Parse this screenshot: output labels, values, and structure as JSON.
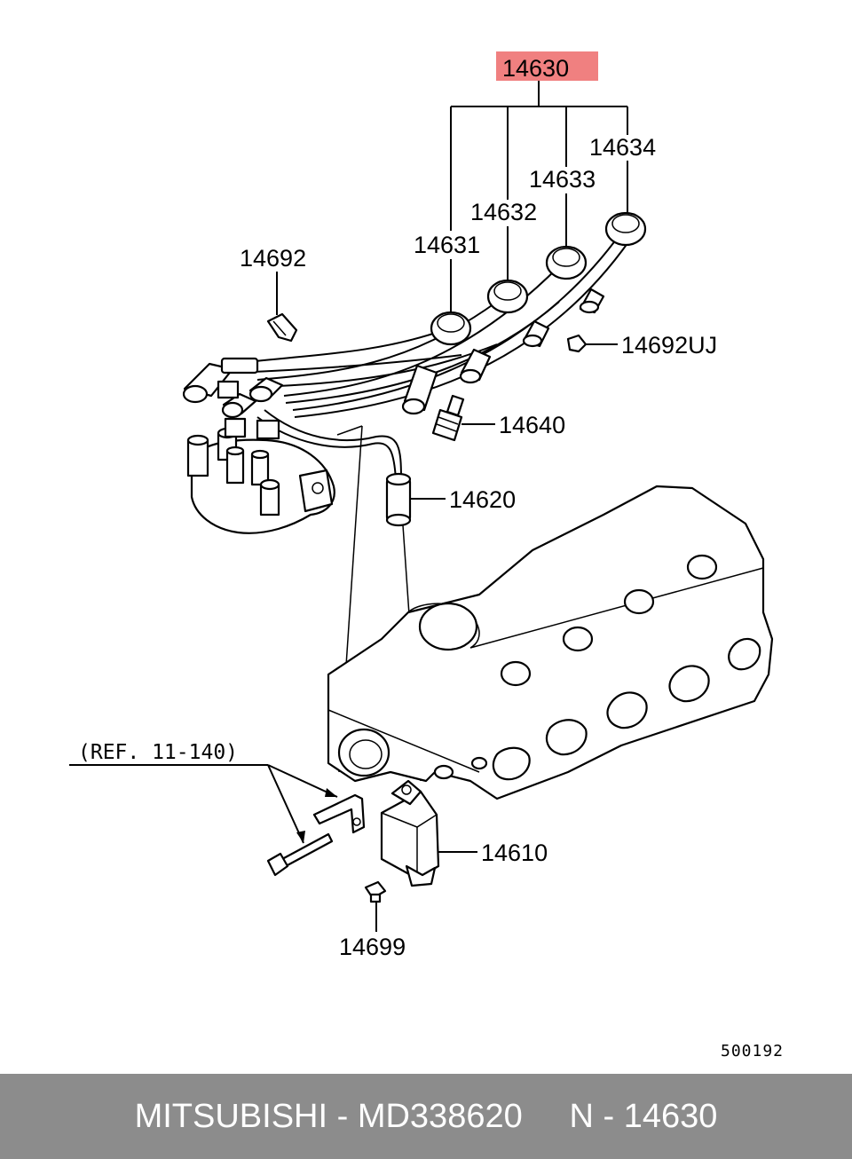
{
  "labels": {
    "main_assembly": "14630",
    "cable_1": "14631",
    "cable_2": "14632",
    "cable_3": "14633",
    "cable_4": "14634",
    "clip": "14692",
    "clip_uj": "14692UJ",
    "spark_plug": "14640",
    "coil_cable": "14620",
    "ignition_coil": "14610",
    "bolt": "14699",
    "reference": "(REF. 11-140)",
    "drawing_code": "500192"
  },
  "colors": {
    "highlight": "#f08080",
    "footer_bg": "#8c8c8c",
    "footer_text": "#ffffff"
  },
  "footer": {
    "text": "MITSUBISHI - MD338620     N - 14630"
  }
}
